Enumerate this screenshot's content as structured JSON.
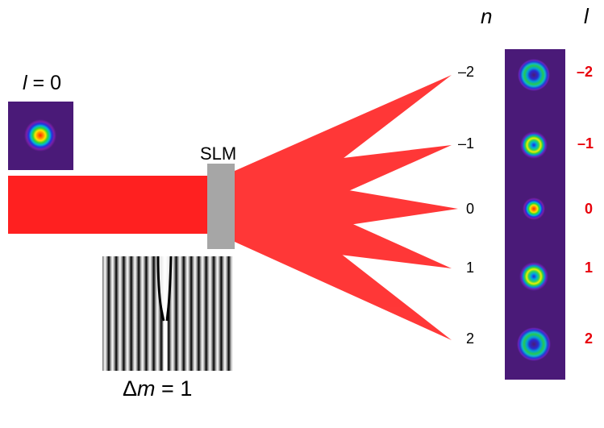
{
  "input_mode": {
    "symbol": "l",
    "relation": " = ",
    "value": "0"
  },
  "slm_label": "SLM",
  "grating_label": {
    "prefix": "Δ",
    "symbol": "m",
    "relation": " = ",
    "value": "1"
  },
  "headers": {
    "order": "n",
    "charge": "l"
  },
  "orders": [
    "–2",
    "–1",
    "0",
    "1",
    "2"
  ],
  "charges": [
    "–2",
    "–1",
    "0",
    "1",
    "2"
  ],
  "colors": {
    "beam": "#ff0000",
    "beam_light": "#ff3b3b",
    "slm": "#a6a6a6",
    "charge_text": "#e8000b",
    "mode_background": "#4a1a78"
  }
}
